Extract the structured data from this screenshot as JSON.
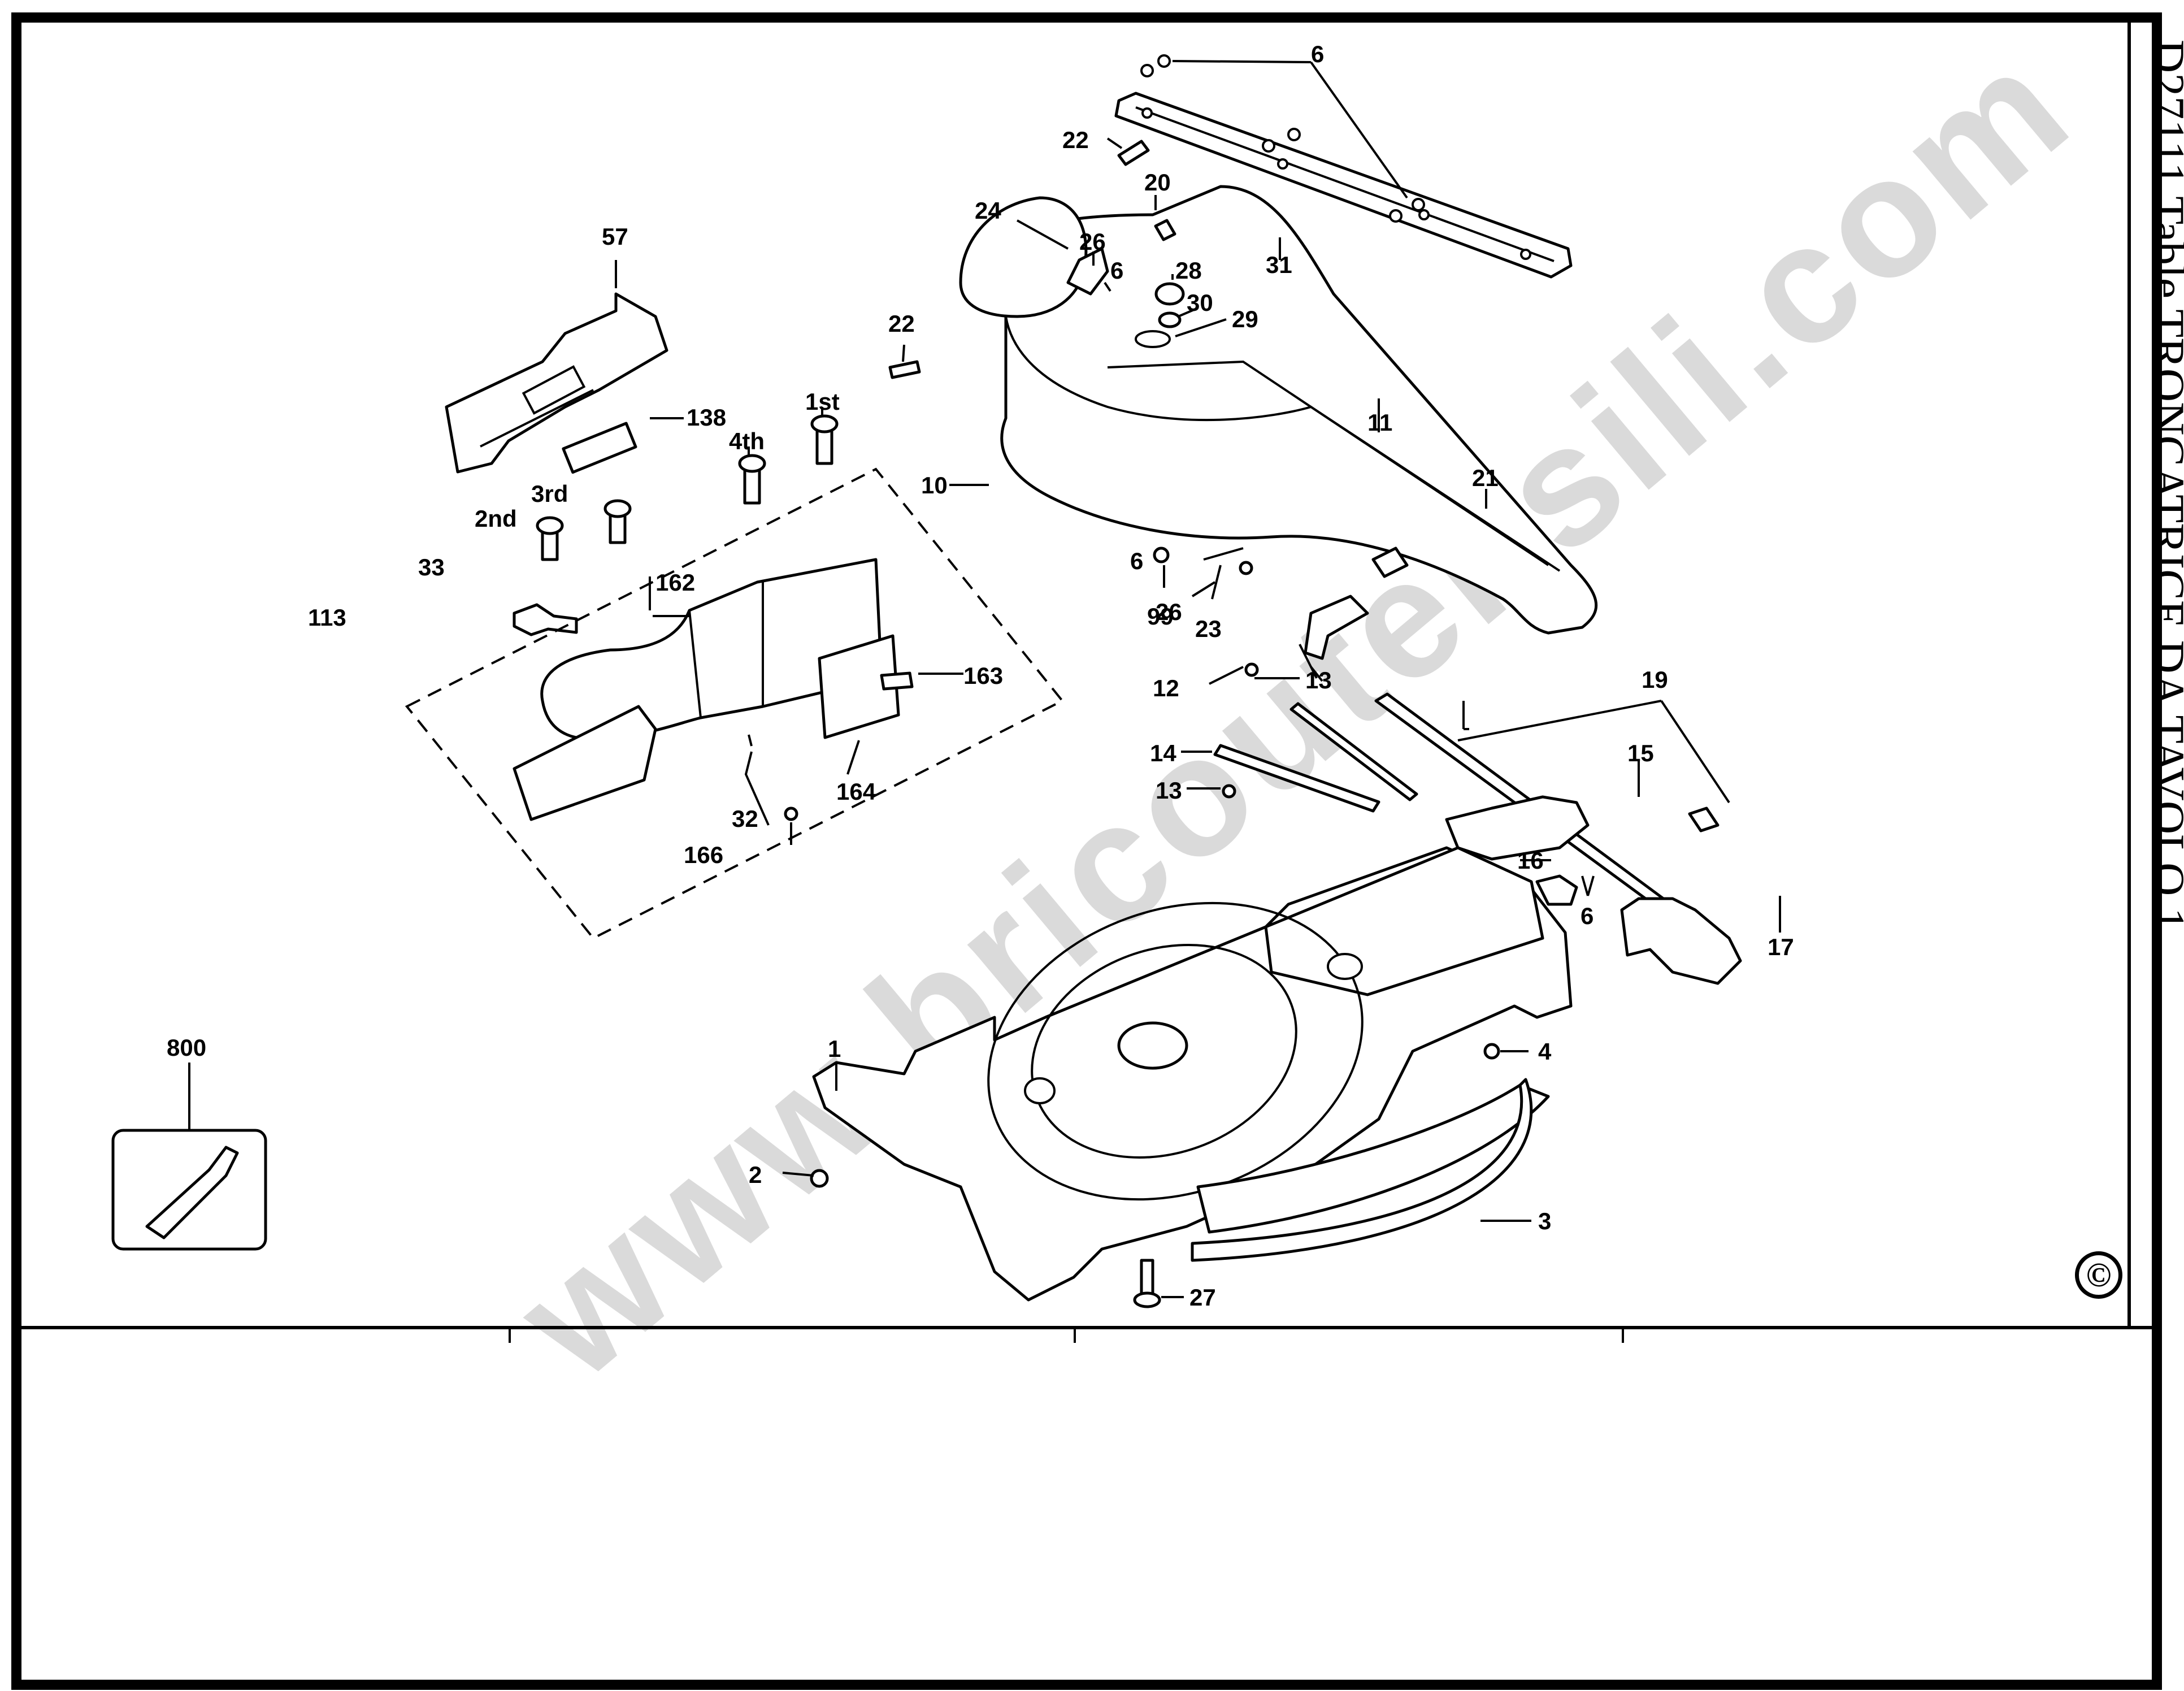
{
  "title": "D27111 Table TRONCATRICE DA TAVOLO 1",
  "copyright_symbol": "©",
  "watermark": "www.bricoutensili.com",
  "callouts": [
    "6",
    "22",
    "20",
    "24",
    "26",
    "6",
    "28",
    "30",
    "29",
    "31",
    "57",
    "22",
    "11",
    "138",
    "1st",
    "4th",
    "21",
    "3rd",
    "2nd",
    "10",
    "33",
    "6",
    "113",
    "162",
    "99",
    "26",
    "23",
    "13",
    "163",
    "12",
    "19",
    "14",
    "15",
    "13",
    "164",
    "32",
    "16",
    "6",
    "166",
    "17",
    "800",
    "1",
    "4",
    "2",
    "3",
    "27"
  ]
}
